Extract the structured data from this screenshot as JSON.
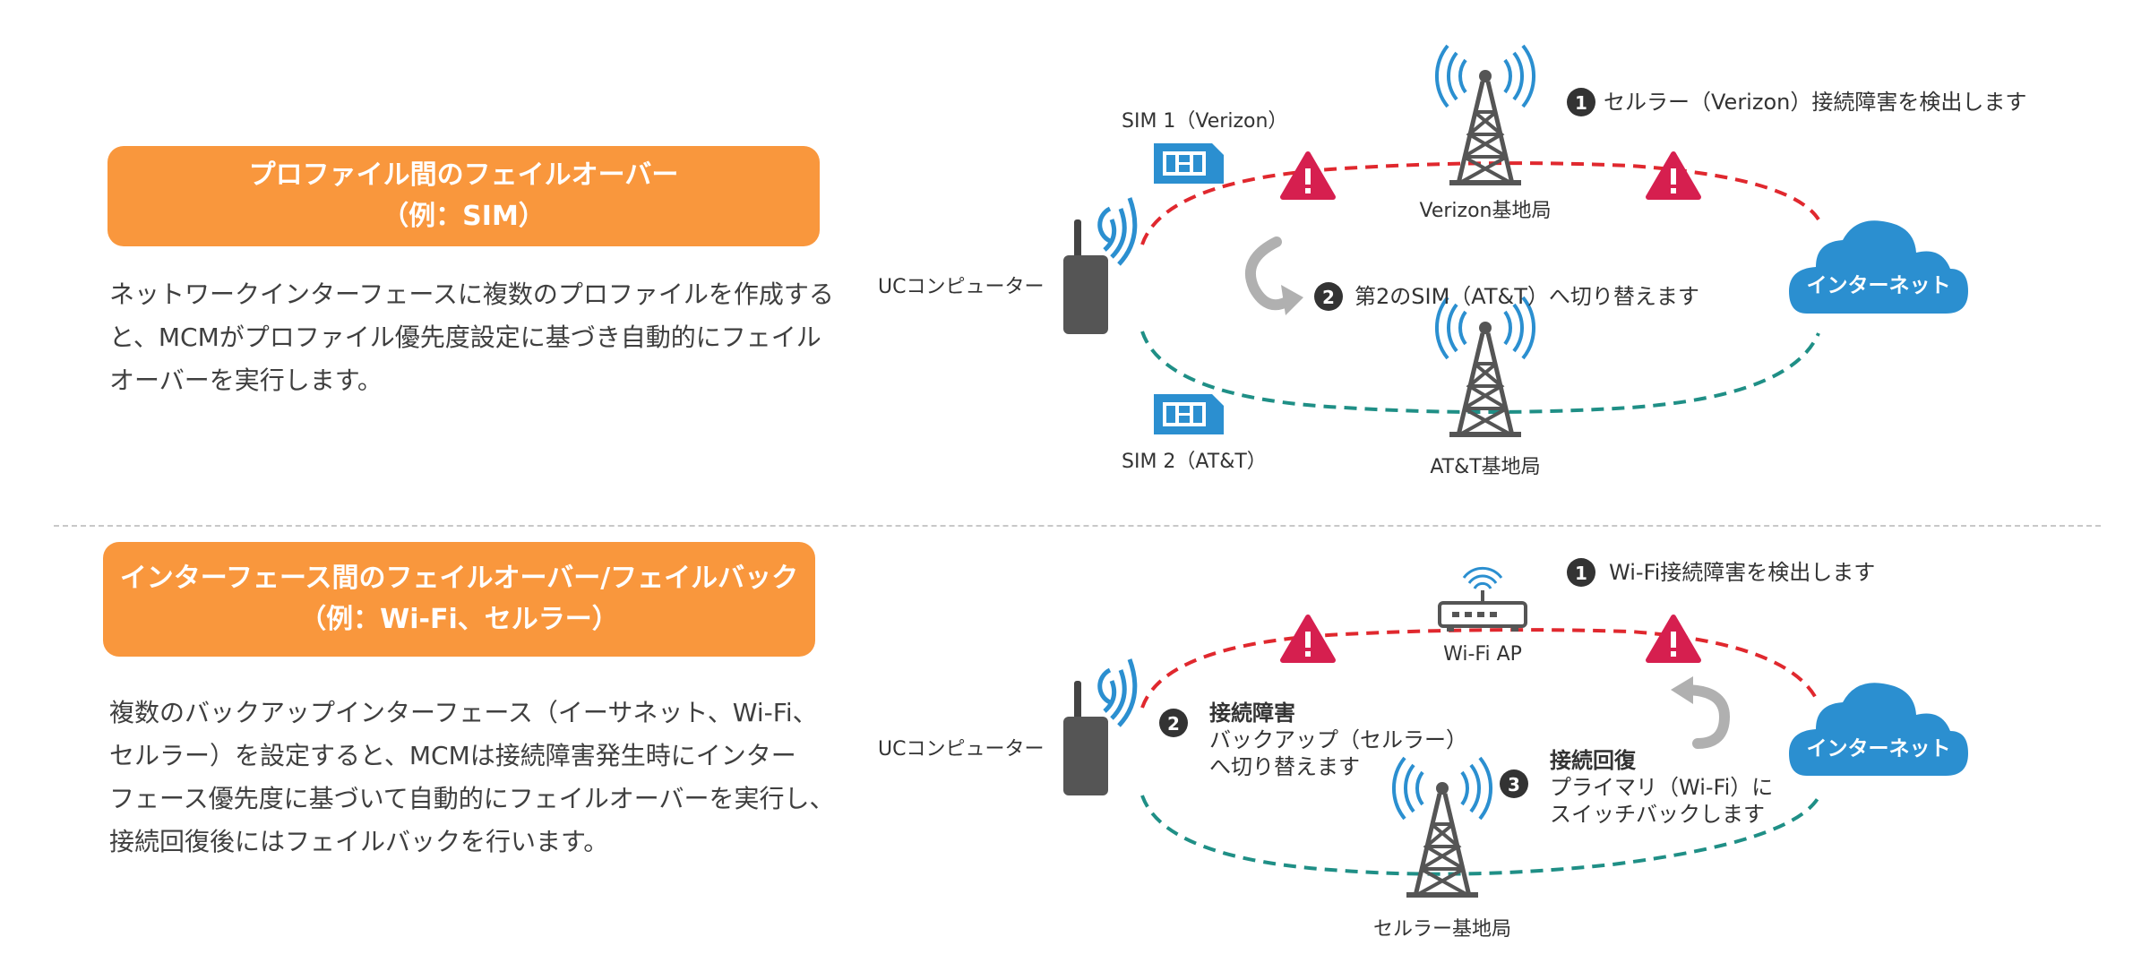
{
  "section1": {
    "title_line1": "プロファイル間のフェイルオーバー",
    "title_line2": "（例：SIM）",
    "desc_lines": [
      "ネットワークインターフェースに複数のプロファイルを作成する",
      "と、MCMがプロファイル優先度設定に基づき自動的にフェイル",
      "オーバーを実行します。"
    ],
    "uc_label": "UCコンピューター",
    "sim1_label": "SIM 1（Verizon）",
    "sim2_label": "SIM 2（AT&T）",
    "tower_top_label": "Verizon基地局",
    "tower_bottom_label": "AT&T基地局",
    "internet_label": "インターネット",
    "step1_num": "1",
    "step1_text": "セルラー（Verizon）接続障害を検出します",
    "step2_num": "2",
    "step2_text": "第2のSIM（AT&T）へ切り替えます"
  },
  "section2": {
    "title_line1": "インターフェース間のフェイルオーバー/フェイルバック",
    "title_line2": "（例：Wi-Fi、セルラー）",
    "desc_lines": [
      "複数のバックアップインターフェース（イーサネット、Wi-Fi、",
      "セルラー）を設定すると、MCMは接続障害発生時にインター",
      "フェース優先度に基づいて自動的にフェイルオーバーを実行し、",
      "接続回復後にはフェイルバックを行います。"
    ],
    "uc_label": "UCコンピューター",
    "wifi_label": "Wi-Fi AP",
    "tower_label": "セルラー基地局",
    "internet_label": "インターネット",
    "step1_num": "1",
    "step1_text": "Wi-Fi接続障害を検出します",
    "step2_num": "2",
    "step2_title": "接続障害",
    "step2_line1": "バックアップ（セルラー）",
    "step2_line2": "へ切り替えます",
    "step3_num": "3",
    "step3_title": "接続回復",
    "step3_line1": "プライマリ（Wi-Fi）に",
    "step3_line2": "スイッチバックします"
  },
  "colors": {
    "badge": "#f9973d",
    "failure_path": "#e0282e",
    "backup_path": "#1f8f86",
    "cloud": "#2b8fd0",
    "sim_card": "#2b8fd0",
    "warning": "#d61f4f",
    "device": "#555555",
    "signal": "#2b8fd0",
    "step_circle": "#333333",
    "arrow": "#b0b0b0"
  },
  "icons": [
    "uc-computer-icon",
    "sim-card-icon",
    "cell-tower-icon",
    "wifi-router-icon",
    "cloud-icon",
    "warning-icon",
    "curved-arrow-icon"
  ]
}
